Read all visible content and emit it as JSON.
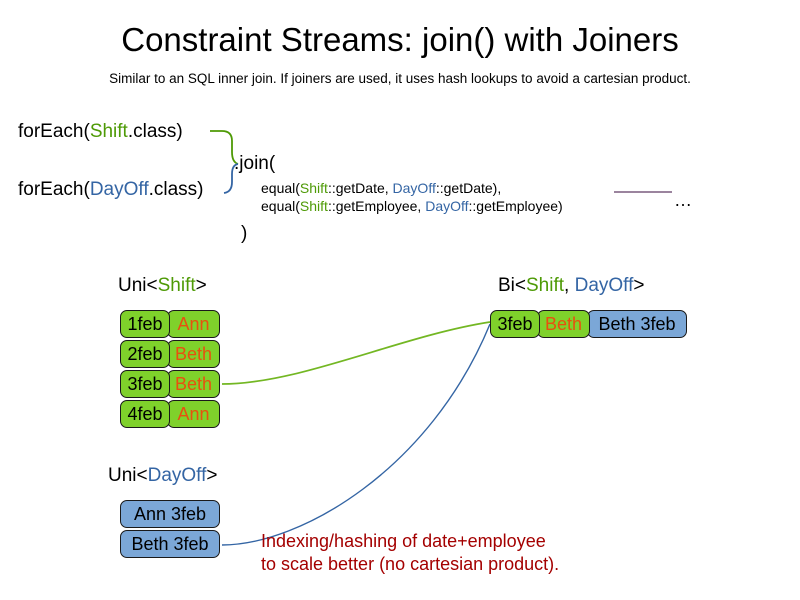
{
  "slide": {
    "title": "Constraint Streams: join() with Joiners",
    "subtitle": "Similar to an SQL inner join. If joiners are used, it uses hash lookups to avoid a cartesian product."
  },
  "code": {
    "foreach_shift": {
      "prefix": "forEach(",
      "type": "Shift",
      "suffix": ".class)"
    },
    "foreach_dayoff": {
      "prefix": "forEach(",
      "type": "DayOff",
      "suffix": ".class)"
    },
    "join_open": ".join(",
    "join_close": ")",
    "joiner_1": {
      "prefix": "equal(",
      "left_type": "Shift",
      "left_ref": "::getDate, ",
      "right_type": "DayOff",
      "right_ref": "::getDate),"
    },
    "joiner_2": {
      "prefix": "equal(",
      "left_type": "Shift",
      "left_ref": "::getEmployee, ",
      "right_type": "DayOff",
      "right_ref": "::getEmployee)"
    },
    "ellipsis": "…"
  },
  "sections": {
    "uni_shift": {
      "header_prefix": "Uni<",
      "header_type": "Shift",
      "header_suffix": ">",
      "rows": [
        {
          "date": "1feb",
          "employee": "Ann"
        },
        {
          "date": "2feb",
          "employee": "Beth"
        },
        {
          "date": "3feb",
          "employee": "Beth"
        },
        {
          "date": "4feb",
          "employee": "Ann"
        }
      ]
    },
    "uni_dayoff": {
      "header_prefix": "Uni<",
      "header_type": "DayOff",
      "header_suffix": ">",
      "rows": [
        {
          "value": "Ann 3feb"
        },
        {
          "value": "Beth 3feb"
        }
      ]
    },
    "bi": {
      "header_prefix": "Bi<",
      "header_type_a": "Shift",
      "header_sep": ", ",
      "header_type_b": "DayOff",
      "header_suffix": ">",
      "row": {
        "date": "3feb",
        "employee": "Beth",
        "dayoff": "Beth 3feb"
      }
    }
  },
  "note": {
    "line1": "Indexing/hashing of date+employee",
    "line2": "to scale better (no cartesian product)."
  },
  "colors": {
    "shift_green": "#4E9A06",
    "dayoff_blue": "#3465A4",
    "box_green": "#7FD12B",
    "box_blue": "#7BA7D7",
    "employee_orange": "#E8500F",
    "note_red": "#A40000",
    "link_purple": "#7A5C7E"
  }
}
